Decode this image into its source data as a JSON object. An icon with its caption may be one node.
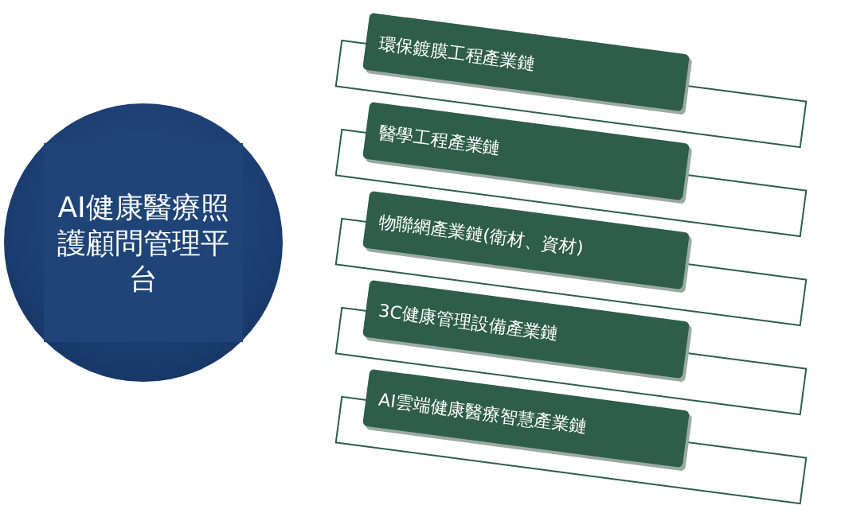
{
  "diagram": {
    "nodes": [
      {
        "text": [
          "AI健康醫療照護顧問管理平台"
        ]
      },
      {
        "text": [
          "環保鍍膜工程產業鏈"
        ]
      },
      {
        "text": [
          "醫學工程產業鏈"
        ]
      },
      {
        "text": [
          "物聯網產業鏈(衛材、資材)"
        ]
      },
      {
        "text": [
          "3C健康管理設備產業鏈"
        ]
      },
      {
        "text": [
          "AI雲端健康醫療智慧產業鏈"
        ]
      }
    ]
  }
}
